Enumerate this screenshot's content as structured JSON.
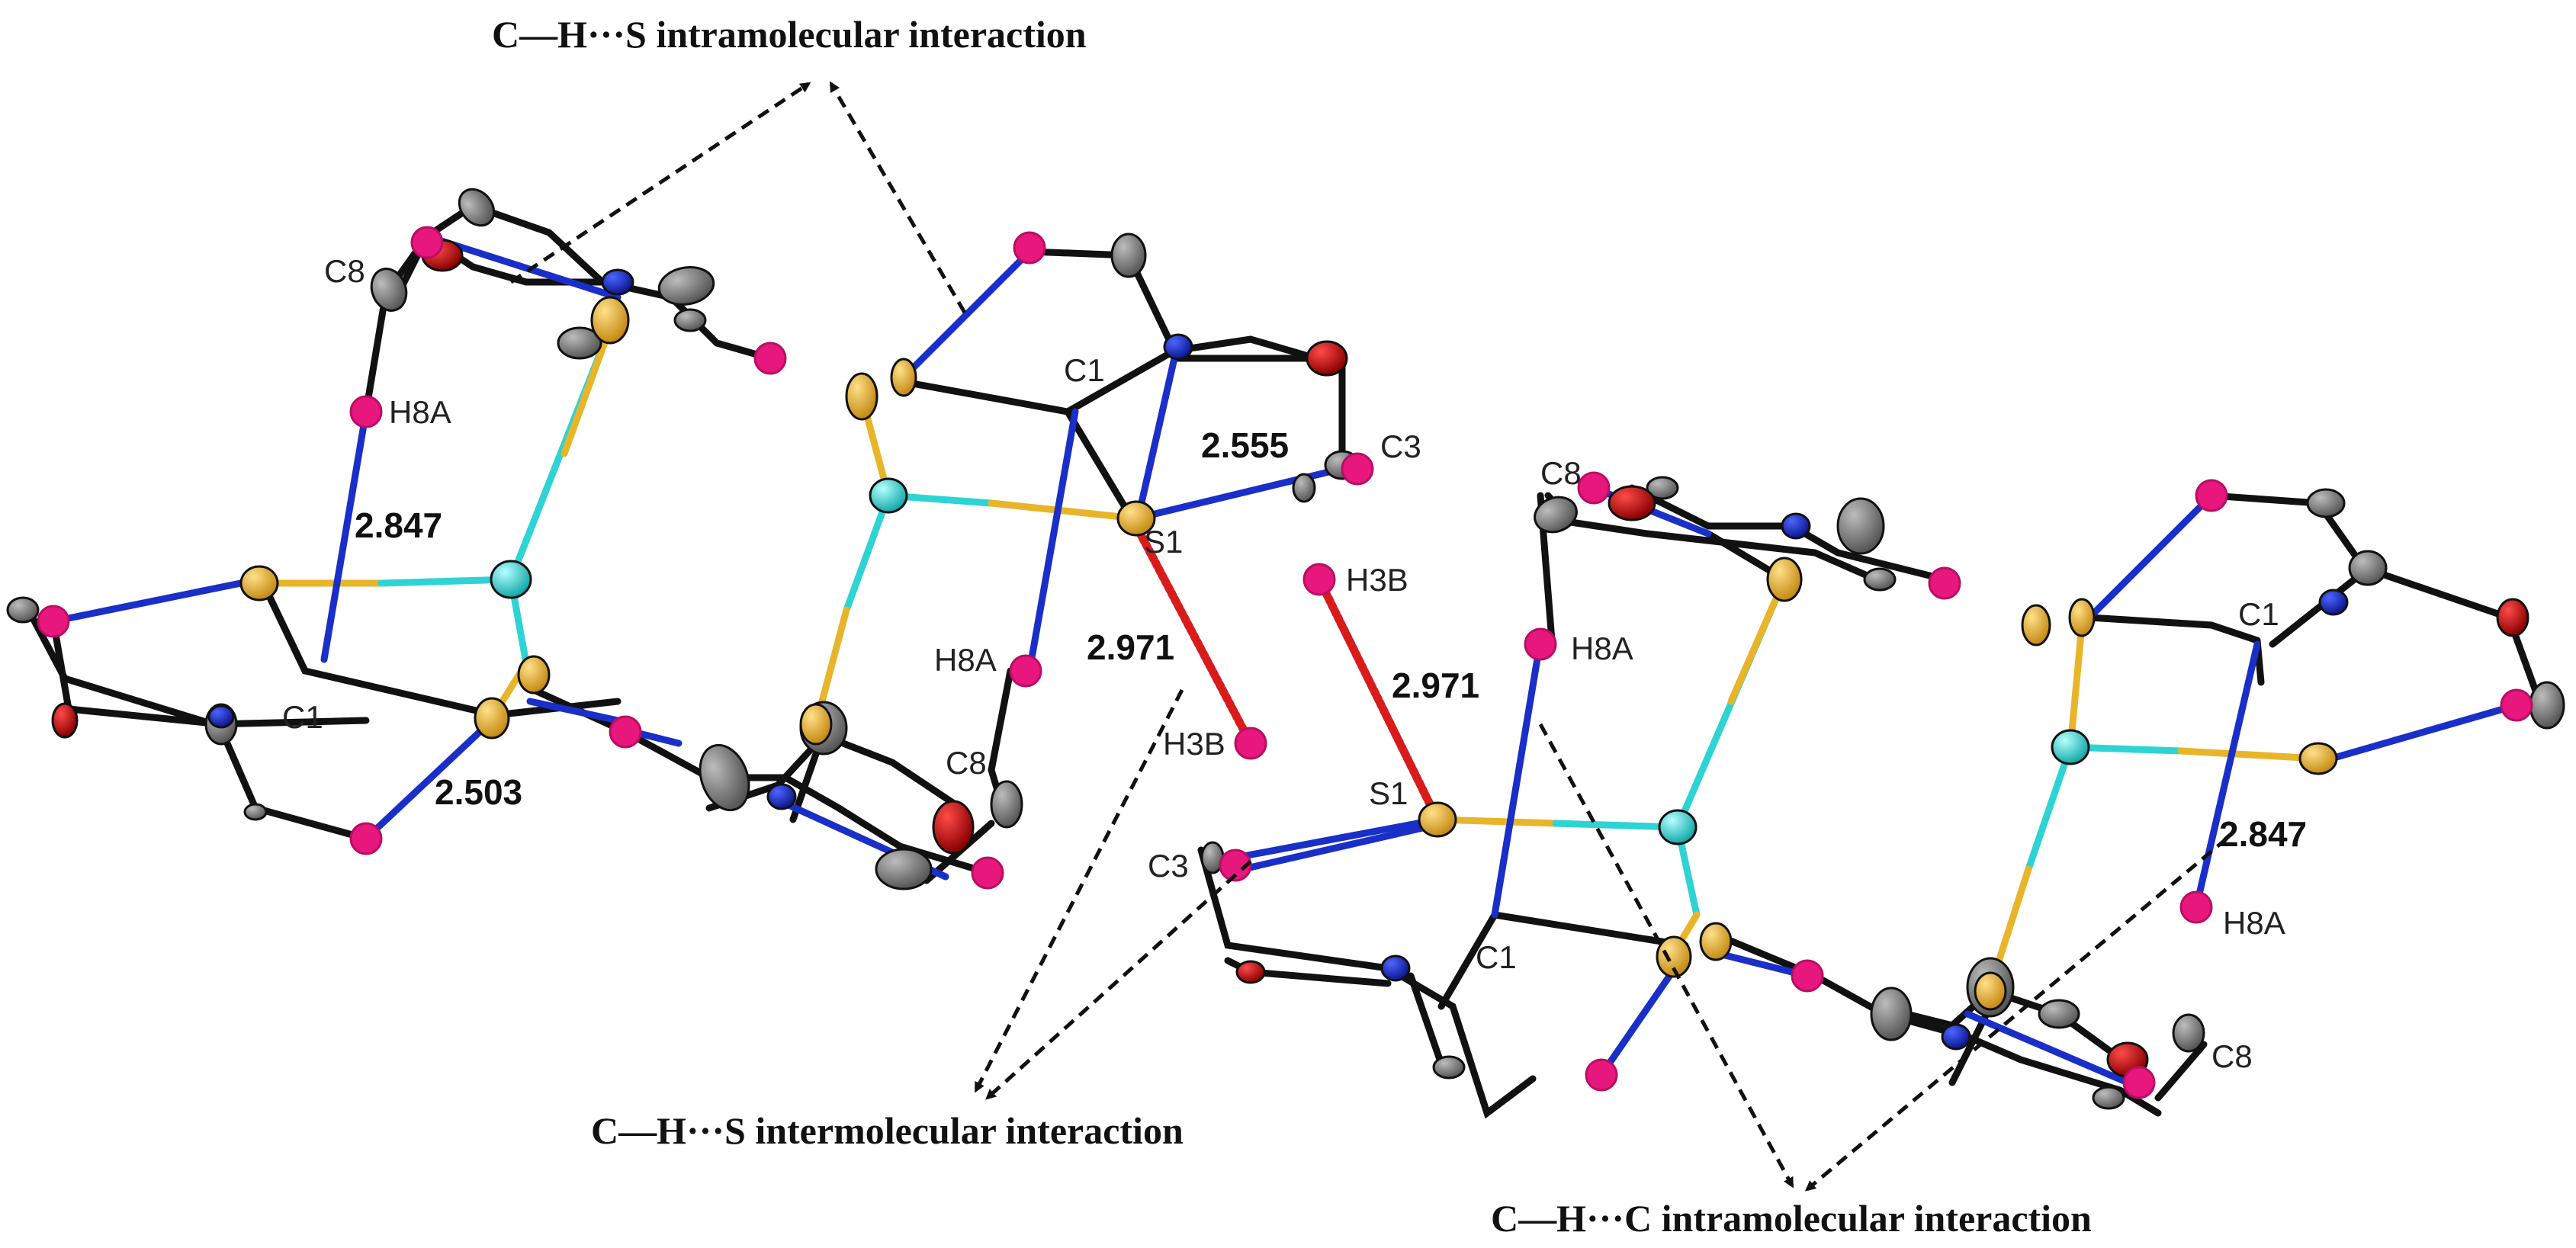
{
  "captions": {
    "intramolecular_s": "C—H···S intramolecular interaction",
    "intermolecular_s": "C—H···S intermolecular interaction",
    "intramolecular_c": "C—H···C intramolecular interaction"
  },
  "distances": {
    "left_upper": "2.847",
    "left_lower": "2.503",
    "center_upper": "2.555",
    "center_left": "2.971",
    "center_right": "2.971",
    "right_lower": "2.847"
  },
  "atom_labels": {
    "c8_a": "C8",
    "h8a_a": "H8A",
    "c1_a": "C1",
    "c1_b": "C1",
    "c3_b": "C3",
    "s1_b": "S1",
    "h3b_b": "H3B",
    "h8a_b": "H8A",
    "c8_b": "C8",
    "h3b_c": "H3B",
    "c3_c": "C3",
    "s1_c": "S1",
    "c1_c": "C1",
    "c8_c": "C8",
    "h8a_c": "H8A",
    "c1_d": "C1",
    "h8a_d": "H8A",
    "c8_d": "C8"
  },
  "colors": {
    "carbon": "#6e6e6e",
    "nitrogen": "#1a2fc8",
    "oxygen": "#cc1111",
    "hydrogen": "#e8177e",
    "sulfur": "#e8b52a",
    "metal": "#2ed3d3",
    "bond": "#111111",
    "contact_blue": "#1a2fc8",
    "contact_red": "#d81c1c"
  }
}
